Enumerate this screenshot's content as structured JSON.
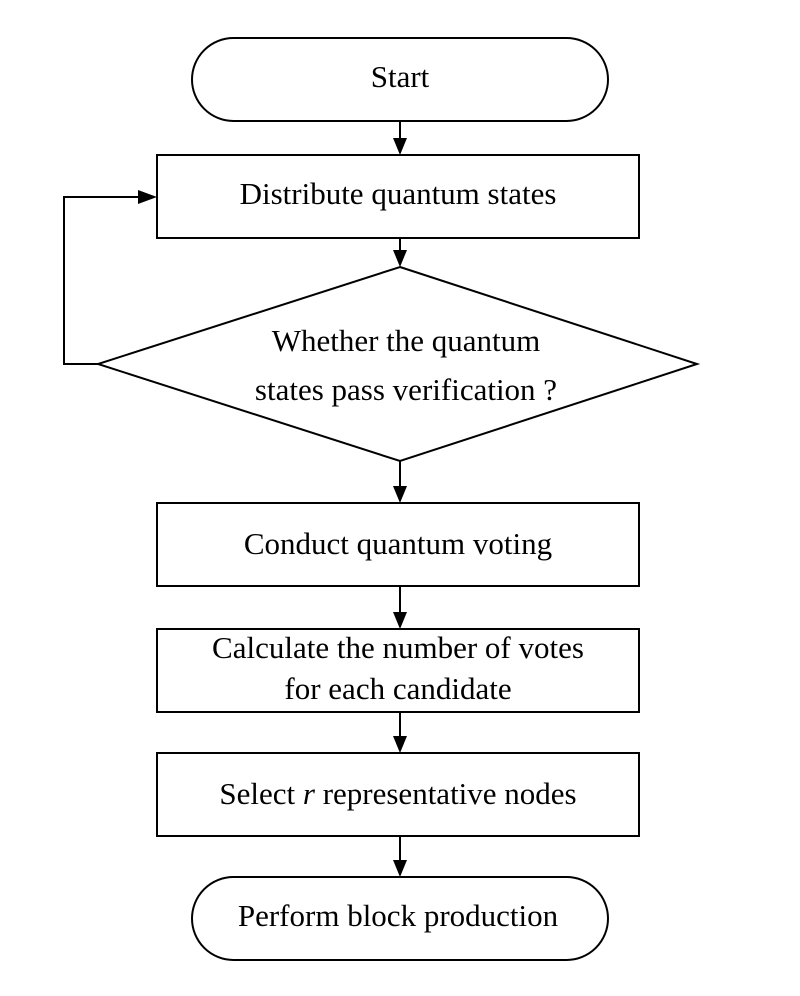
{
  "flowchart": {
    "start": "Start",
    "distribute": "Distribute quantum states",
    "decision": {
      "line1": "Whether the quantum",
      "line2": "states pass verification ?"
    },
    "voting": "Conduct quantum voting",
    "calculate": {
      "line1": "Calculate the number of votes",
      "line2": "for each candidate"
    },
    "select": {
      "prefix": "Select ",
      "variable": "r",
      "suffix": " representative nodes"
    },
    "end": "Perform block production"
  }
}
